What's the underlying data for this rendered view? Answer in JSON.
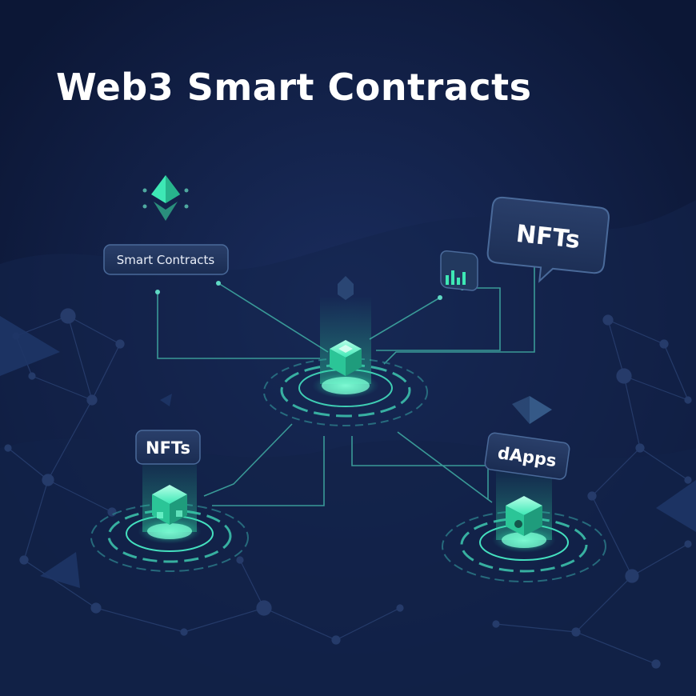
{
  "title": "Web3 Smart Contracts",
  "labels": {
    "smart_contracts": "Smart Contracts",
    "nfts_large": "NFTs",
    "nfts_small": "NFTs",
    "dapps": "dApps"
  },
  "colors": {
    "background": "#0f1c40",
    "accent": "#3ee8b5",
    "label_bg": "#1d3157",
    "label_border": "#4a6a9a",
    "line": "#3ea7a0"
  },
  "icons": {
    "ethereum": "ethereum-icon",
    "chart": "chart-icon",
    "cube": "cube-icon"
  }
}
